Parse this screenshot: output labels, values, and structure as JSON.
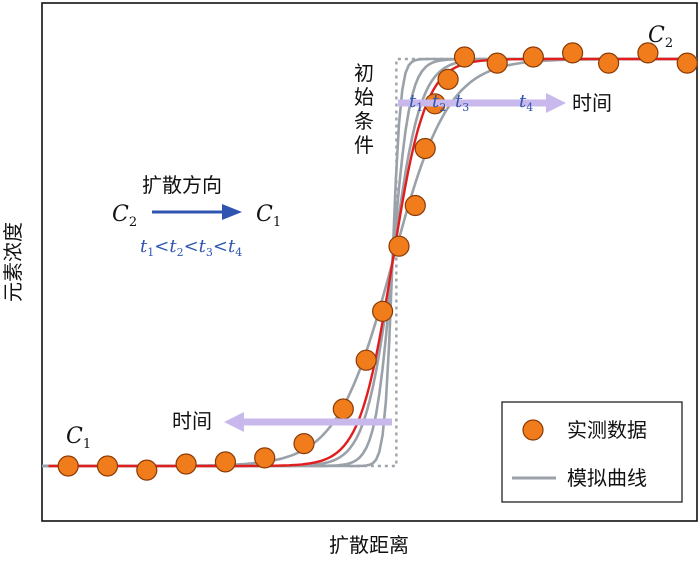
{
  "chart_data": {
    "type": "line",
    "title": "",
    "xlabel": "扩散距离",
    "ylabel": "元素浓度",
    "xlim": [
      0,
      1
    ],
    "ylim": [
      0,
      1
    ],
    "grid": false,
    "legend": {
      "placement": "bottom-right",
      "entries": [
        {
          "label": "实测数据",
          "marker": "circle",
          "color": "#f07c1c"
        },
        {
          "label": "模拟曲线",
          "marker": "line",
          "color": "#9aa1a8"
        }
      ]
    },
    "colors": {
      "measured_fill": "#f07c1c",
      "measured_edge": "#8a3a06",
      "fit_curve": "#e01e1e",
      "model_curves": "#9aa1a8",
      "initial_condition": "#a0a4aa",
      "time_arrow": "#c9b8ec",
      "direction_arrow": "#2f55b0",
      "time_label": "#2f55b0"
    },
    "series": [
      {
        "id": "measured",
        "kind": "scatter",
        "x": [
          0.04,
          0.1,
          0.16,
          0.22,
          0.28,
          0.34,
          0.4,
          0.46,
          0.495,
          0.52,
          0.545,
          0.57,
          0.585,
          0.6,
          0.62,
          0.645,
          0.695,
          0.75,
          0.81,
          0.865,
          0.925,
          0.985
        ],
        "y": [
          0.0,
          0.0,
          -0.01,
          0.005,
          0.01,
          0.02,
          0.055,
          0.14,
          0.26,
          0.38,
          0.54,
          0.64,
          0.78,
          0.89,
          0.95,
          1.005,
          0.99,
          1.005,
          1.015,
          0.99,
          1.015,
          0.99
        ]
      }
    ],
    "model_times": [
      "t1",
      "t2",
      "t3",
      "t4"
    ],
    "initial_condition_label": "初始条件",
    "direction_label": "扩散方向",
    "direction_from": "C",
    "direction_from_sub": "2",
    "direction_to": "C",
    "direction_to_sub": "1",
    "time_order": {
      "parts": [
        {
          "t": "t",
          "s": "1"
        },
        {
          "op": "<"
        },
        {
          "t": "t",
          "s": "2"
        },
        {
          "op": "<"
        },
        {
          "t": "t",
          "s": "3"
        },
        {
          "op": "<"
        },
        {
          "t": "t",
          "s": "4"
        }
      ]
    },
    "time_word": "时间",
    "left_plateau_label": "C",
    "left_plateau_sub": "1",
    "right_plateau_label": "C",
    "right_plateau_sub": "2",
    "model_time_labels": [
      {
        "t": "t",
        "s": "1"
      },
      {
        "t": "t",
        "s": "2"
      },
      {
        "t": "t",
        "s": "3"
      },
      {
        "t": "t",
        "s": "4"
      }
    ]
  }
}
